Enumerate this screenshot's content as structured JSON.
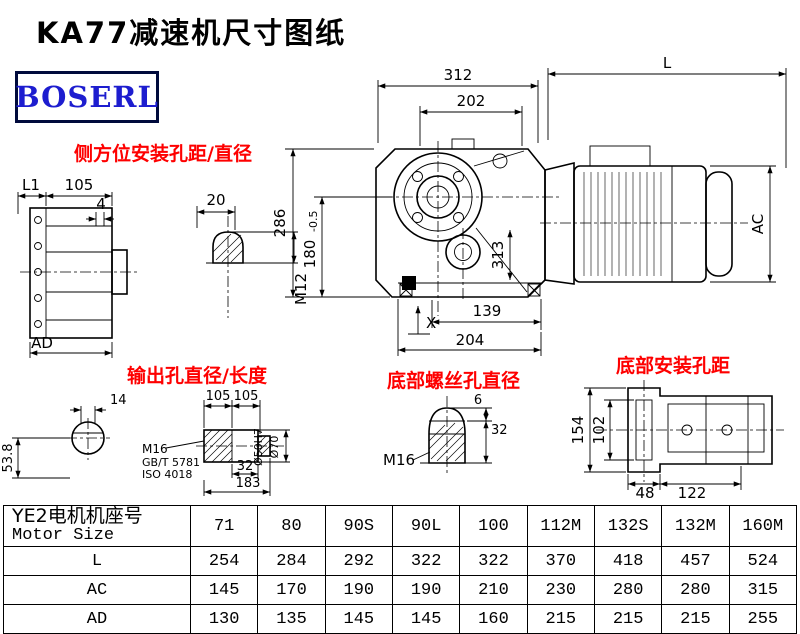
{
  "page": {
    "title": "KA77减速机尺寸图纸",
    "brand": "BOSERL"
  },
  "annotations": {
    "side_mount": "侧方位安装孔距/直径",
    "output_hole": "输出孔直径/长度",
    "bottom_screw": "底部螺丝孔直径",
    "bottom_mount": "底部安装孔距"
  },
  "dimensions": {
    "top_width": "312",
    "top_inner": "202",
    "motor_length": "L",
    "height_total": "286",
    "height_lower": "180",
    "height_lower_tol": "-0.5",
    "side_offset": "20",
    "thread_side": "M12",
    "flange_dia": "313",
    "base_inner": "139",
    "base_outer": "204",
    "datum": "X",
    "motor_dia": "AC",
    "side_l1": "L1",
    "side_105": "105",
    "side_4": "4",
    "side_ad": "AD",
    "bore_53_8": "53.8",
    "key_14": "14",
    "shaft_105a": "105",
    "shaft_105b": "105",
    "shaft_thread": "M16",
    "shaft_std1": "GB/T 5781",
    "shaft_std2": "ISO 4018",
    "shaft_32": "32",
    "shaft_183": "183",
    "shaft_d50": "Ø50H7",
    "shaft_d70": "Ø70",
    "bolt_6": "6",
    "bolt_32": "32",
    "bolt_thread": "M16",
    "foot_154": "154",
    "foot_102": "102",
    "foot_48": "48",
    "foot_122": "122"
  },
  "table": {
    "header_title_cn": "YE2电机机座号",
    "header_title_en": "Motor Size",
    "columns": [
      "71",
      "80",
      "90S",
      "90L",
      "100",
      "112M",
      "132S",
      "132M",
      "160M"
    ],
    "rows": [
      {
        "label": "L",
        "values": [
          "254",
          "284",
          "292",
          "322",
          "322",
          "370",
          "418",
          "457",
          "524"
        ]
      },
      {
        "label": "AC",
        "values": [
          "145",
          "170",
          "190",
          "190",
          "210",
          "230",
          "280",
          "280",
          "315"
        ]
      },
      {
        "label": "AD",
        "values": [
          "130",
          "135",
          "145",
          "145",
          "160",
          "215",
          "215",
          "215",
          "255"
        ]
      }
    ]
  },
  "colors": {
    "annotation_red": "#fe0000",
    "brand_blue": "#1d1dcf",
    "line_black": "#000000"
  }
}
